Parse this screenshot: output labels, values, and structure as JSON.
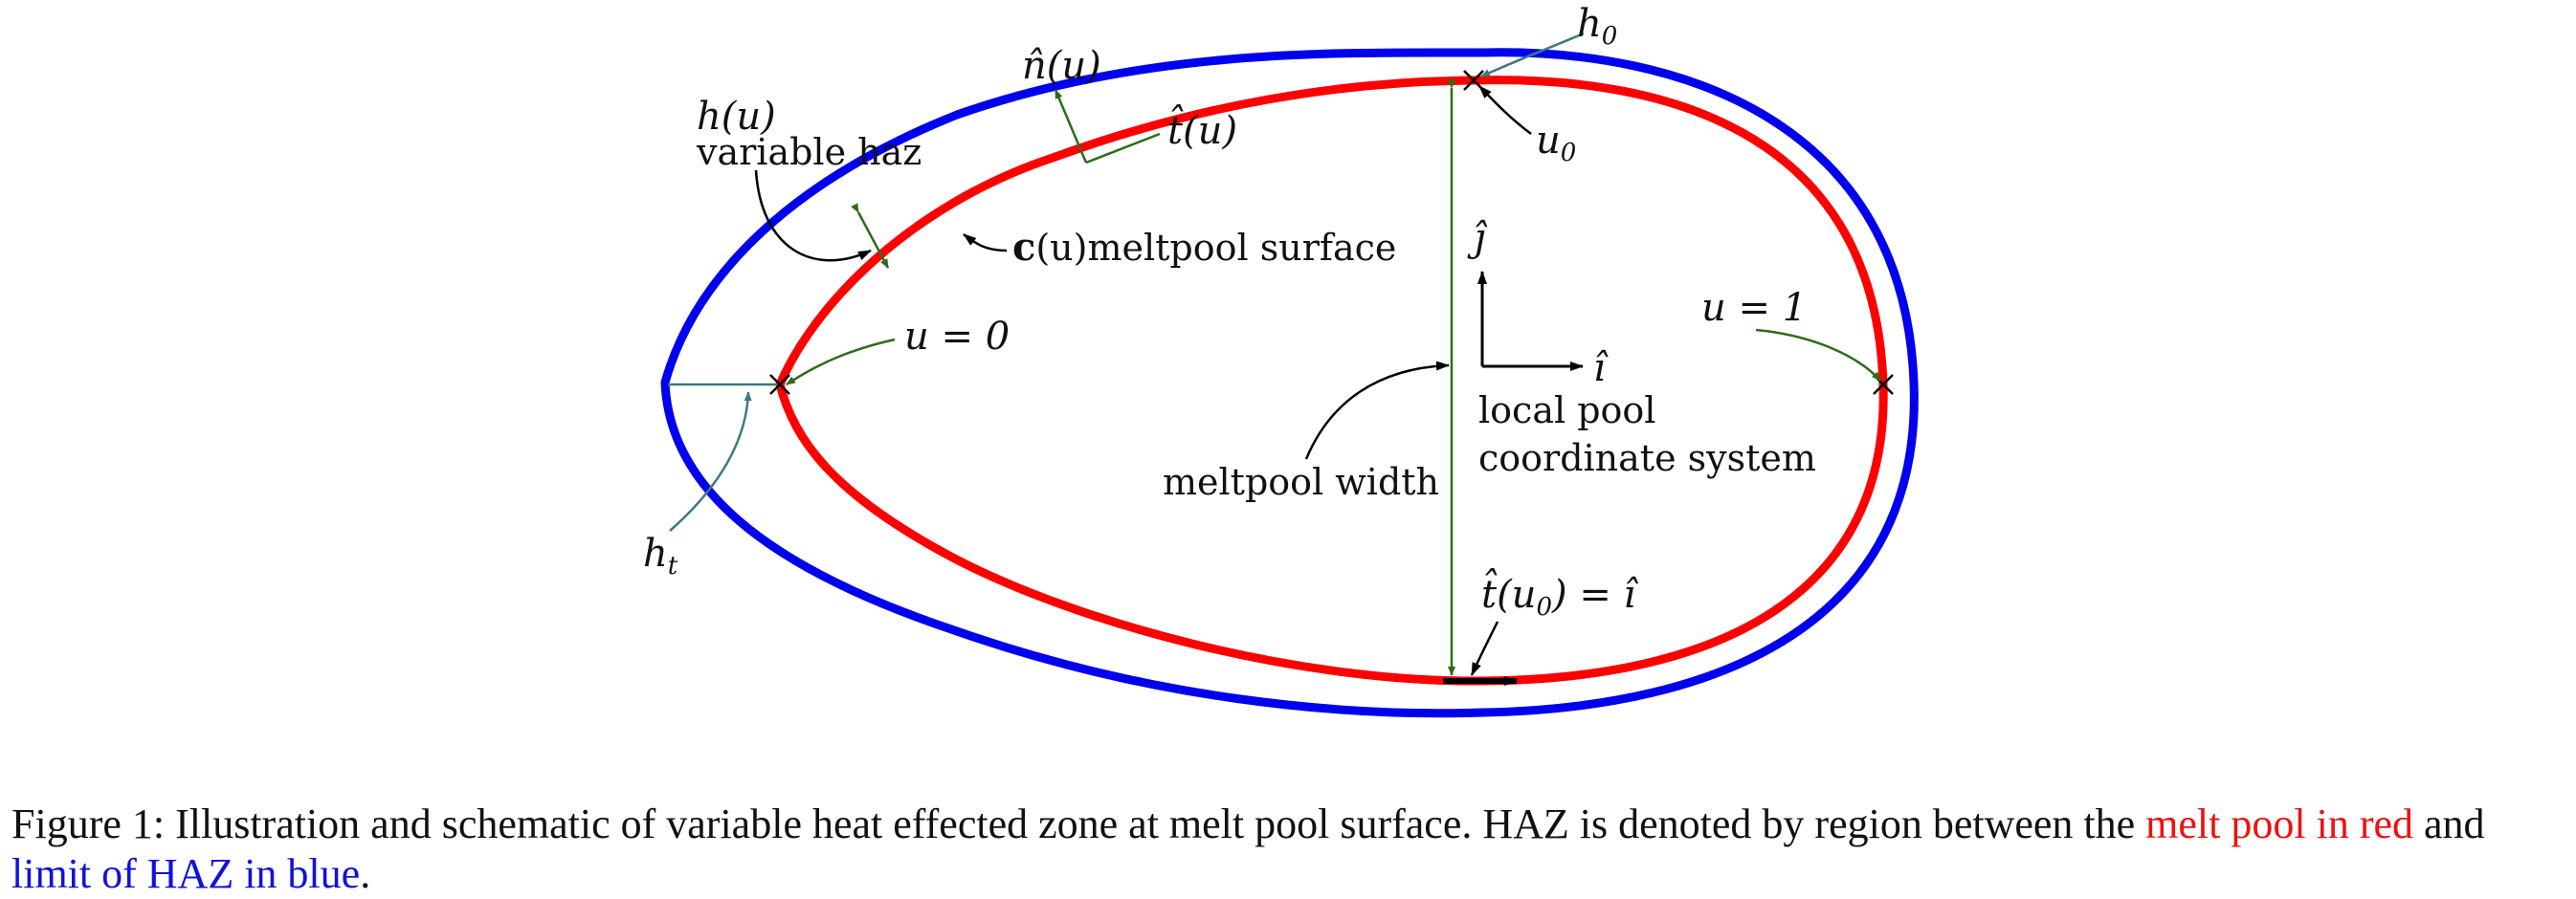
{
  "colors": {
    "melt_pool": "#ff0000",
    "haz_limit": "#0000ee",
    "annotation_green": "#2e6b1a",
    "annotation_teal": "#3f7880",
    "axis": "#000000"
  },
  "labels": {
    "h0": "h",
    "h0_sub": "0",
    "u0": "u",
    "u0_sub": "0",
    "n_hat": "n̂(u)",
    "t_hat": "t̂(u)",
    "h_u": "h(u)",
    "variable_haz": "variable haz",
    "c_bold": "c",
    "c_rest": "(u)meltpool surface",
    "u_eq_0": "u = 0",
    "u_eq_1": "u = 1",
    "j_hat": "ĵ",
    "i_hat": "î",
    "local_pool_1": "local pool",
    "local_pool_2": "coordinate system",
    "meltpool_width": "meltpool width",
    "h_t": "h",
    "h_t_sub": "t",
    "t_u0_part1": "t̂(u",
    "t_u0_sub": "0",
    "t_u0_part2": ") = î"
  },
  "caption": {
    "main": "Figure 1: Illustration and schematic of variable heat effected zone at melt pool surface. HAZ is denoted by region between the ",
    "red_part": "melt pool in red",
    "and": " and ",
    "blue_part": "limit of HAZ in blue",
    "end": "."
  }
}
